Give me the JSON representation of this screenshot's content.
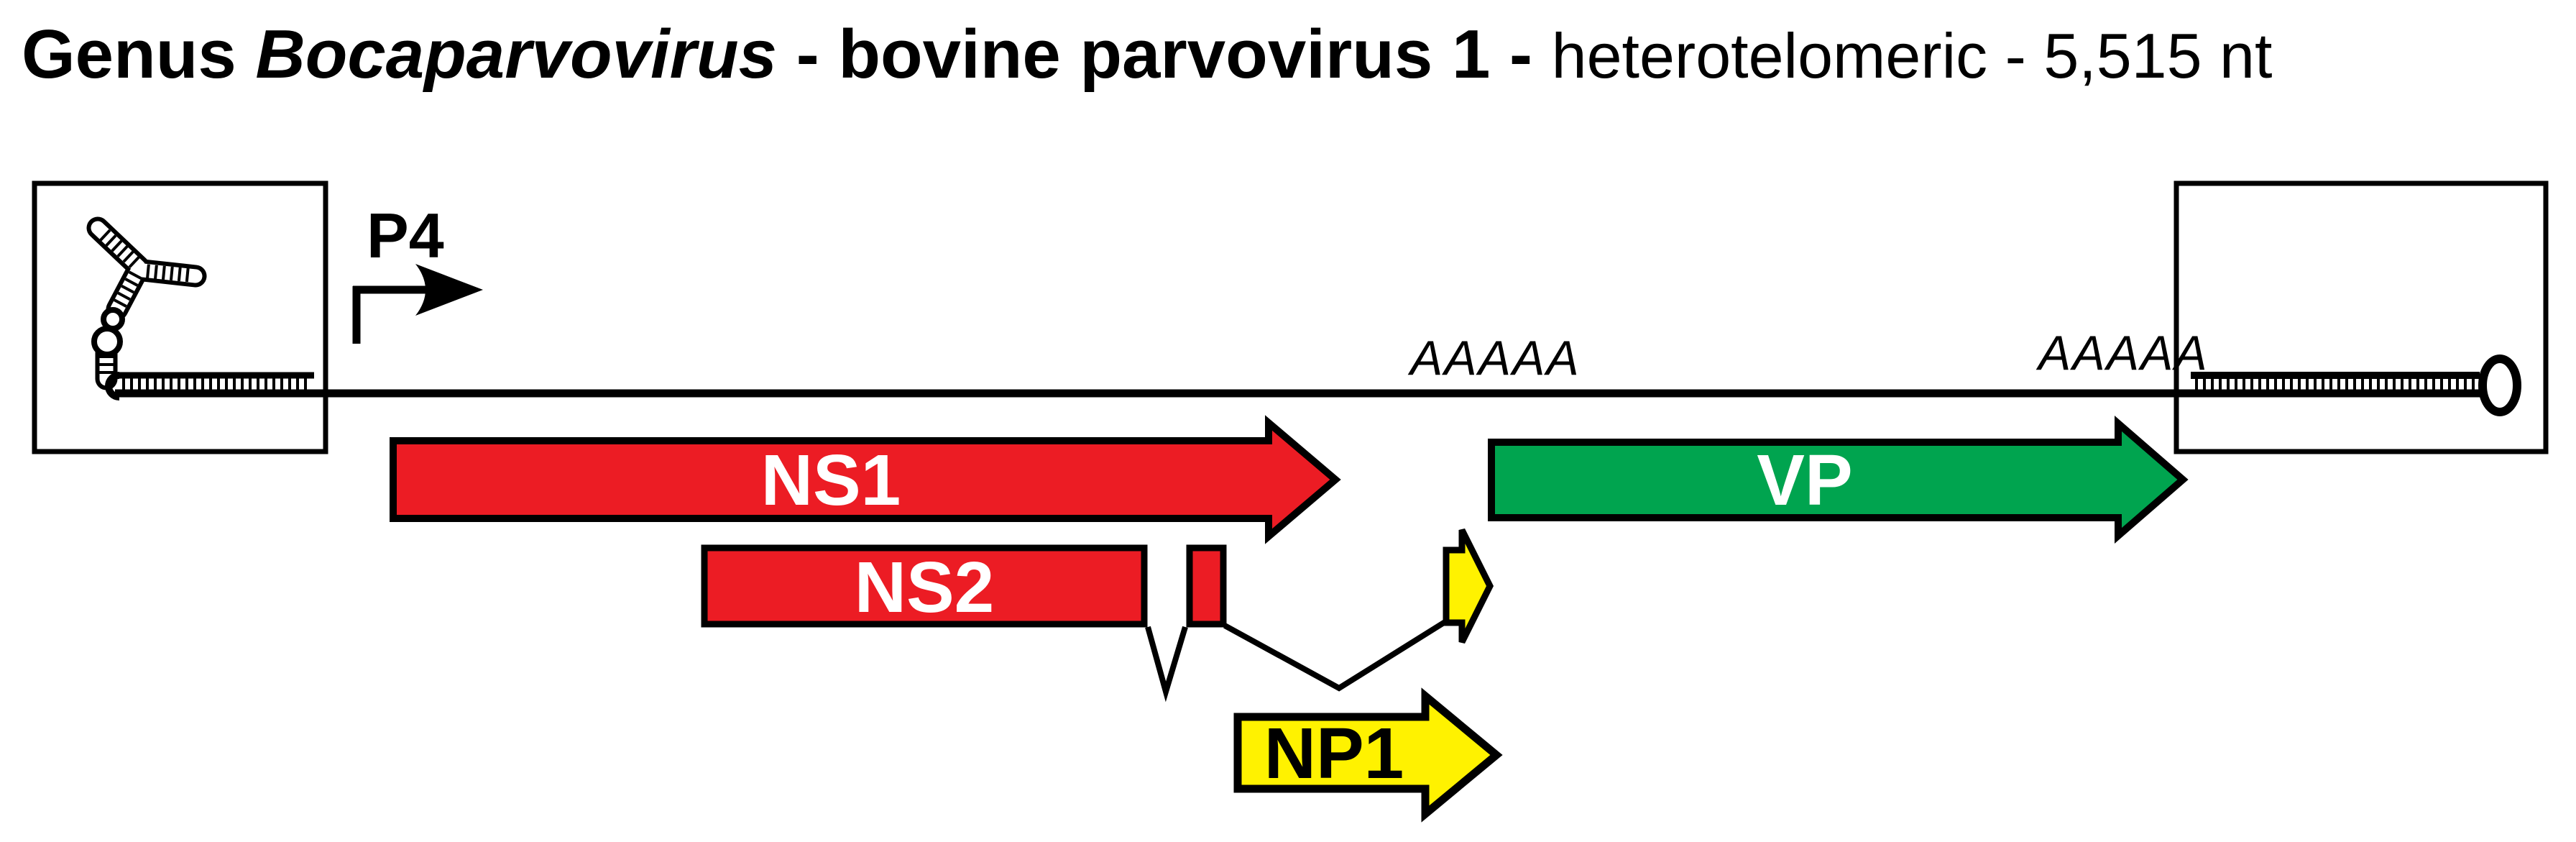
{
  "title": {
    "genus": "Genus ",
    "species": "Bocaparvovirus",
    "host": " - bovine parvovirus 1 - ",
    "subtitle": "heterotelomeric - 5,515 nt"
  },
  "promoter": {
    "label": "P4"
  },
  "genes": {
    "ns1": "NS1",
    "ns2": "NS2",
    "np1": "NP1",
    "vp": "VP"
  },
  "polya": {
    "left": "AAAAA",
    "right": "AAAAA"
  },
  "colors": {
    "red": "#EC1C24",
    "green": "#00A44F",
    "yellow": "#FFF200",
    "outline": "#000000"
  }
}
